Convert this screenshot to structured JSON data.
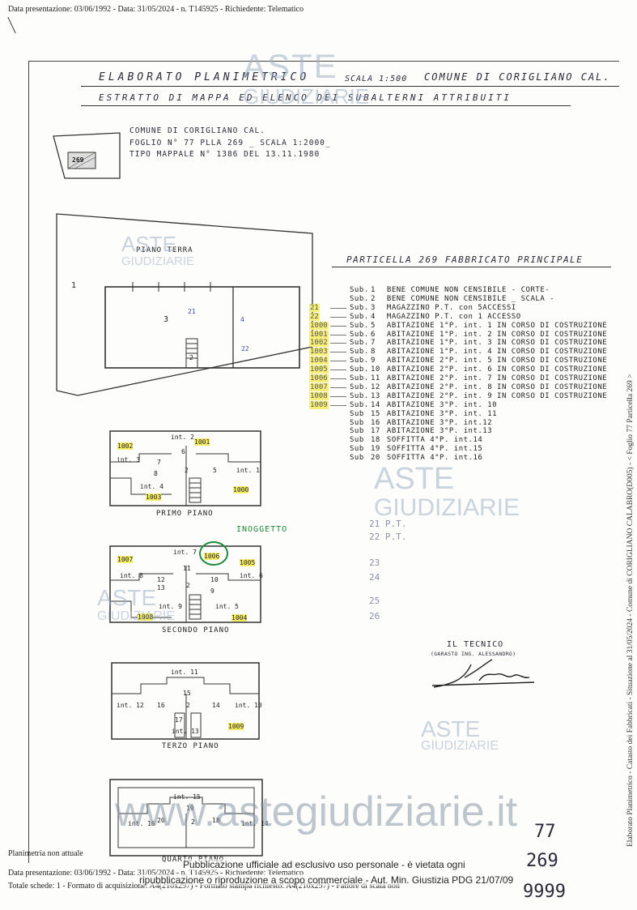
{
  "header": {
    "line": "Data presentazione: 03/06/1992 - Data: 31/05/2024 - n. T145925 - Richiedente: Telematico"
  },
  "document": {
    "title": "ELABORATO PLANIMETRICO",
    "scale": "SCALA 1:500",
    "comune_title": "COMUNE DI CORIGLIANO CAL.",
    "subtitle": "ESTRATTO DI MAPPA ED ELENCO DEI SUBALTERNI ATTRIBUITI",
    "map_label": "269",
    "map_info": [
      "COMUNE DI CORIGLIANO CAL.",
      "FOGLIO N° 77  PLLA 269 _ SCALA 1:2000_",
      "TIPO MAPPALE  N° 1386 DEL 13.11.1980"
    ]
  },
  "particella": {
    "title": "PARTICELLA 269 FABBRICATO PRINCIPALE",
    "subs": [
      {
        "prefix": "Sub.",
        "n": "1",
        "desc": "BENE COMUNE NON CENSIBILE - CORTE-",
        "mark": ""
      },
      {
        "prefix": "Sub.",
        "n": "2",
        "desc": "BENE COMUNE NON CENSIBILE _ SCALA -",
        "mark": ""
      },
      {
        "prefix": "Sub.",
        "n": "3",
        "desc": "MAGAZZINO P.T. con 5ACCESSI",
        "mark": "21"
      },
      {
        "prefix": "Sub.",
        "n": "4",
        "desc": "MAGAZZINO P.T. con 1 ACCESSO",
        "mark": "22"
      },
      {
        "prefix": "Sub.",
        "n": "5",
        "desc": "ABITAZIONE 1°P. int. 1 IN CORSO DI COSTRUZIONE",
        "mark": "1000"
      },
      {
        "prefix": "Sub.",
        "n": "6",
        "desc": "ABITAZIONE 1°P. int. 2 IN CORSO DI COSTRUZIONE",
        "mark": "1001"
      },
      {
        "prefix": "Sub.",
        "n": "7",
        "desc": "ABITAZIONE 1°P. int. 3 IN CORSO DI COSTRUZIONE",
        "mark": "1002"
      },
      {
        "prefix": "Sub.",
        "n": "8",
        "desc": "ABITAZIONE 1°P. int. 4 IN CORSO DI COSTRUZIONE",
        "mark": "1003"
      },
      {
        "prefix": "Sub.",
        "n": "9",
        "desc": "ABITAZIONE 2°P. int. 5 IN CORSO DI COSTRUZIONE",
        "mark": "1004"
      },
      {
        "prefix": "Sub.",
        "n": "10",
        "desc": "ABITAZIONE 2°P. int. 6 IN CORSO DI COSTRUZIONE",
        "mark": "1005"
      },
      {
        "prefix": "Sub.",
        "n": "11",
        "desc": "ABITAZIONE 2°P. int. 7 IN CORSO DI COSTRUZIONE",
        "mark": "1006"
      },
      {
        "prefix": "Sub.",
        "n": "12",
        "desc": "ABITAZIONE 2°P. int. 8 IN CORSO DI COSTRUZIONE",
        "mark": "1007"
      },
      {
        "prefix": "Sub.",
        "n": "13",
        "desc": "ABITAZIONE 2°P. int. 9 IN CORSO DI COSTRUZIONE",
        "mark": "1008"
      },
      {
        "prefix": "Sub.",
        "n": "14",
        "desc": "ABITAZIONE 3°P. int. 10",
        "mark": "1009"
      },
      {
        "prefix": "Sub",
        "n": "15",
        "desc": "ABITAZIONE 3°P. int. 11",
        "mark": ""
      },
      {
        "prefix": "Sub",
        "n": "16",
        "desc": "ABITAZIONE 3°P. int.12",
        "mark": ""
      },
      {
        "prefix": "Sub",
        "n": "17",
        "desc": "ABITAZIONE 3°P. int.13",
        "mark": ""
      },
      {
        "prefix": "Sub",
        "n": "18",
        "desc": "SOFFITTA 4°P. int.14",
        "mark": ""
      },
      {
        "prefix": "Sub",
        "n": "19",
        "desc": "SOFFITTA 4°P. int.15",
        "mark": ""
      },
      {
        "prefix": "Sub",
        "n": "20",
        "desc": "SOFFITTA 4°P. int.16",
        "mark": ""
      }
    ],
    "pencil_notes": [
      "21  P.T.",
      "22  P.T.",
      "23",
      "24",
      "25",
      "26"
    ]
  },
  "plans": {
    "piano_terra": {
      "label": "PIANO TERRA",
      "lot": "1",
      "room": "3",
      "stair": "2",
      "right": "4",
      "n21": "21",
      "n22": "22"
    },
    "primo_piano": {
      "label": "PRIMO PIANO",
      "int1": "int. 1",
      "int2": "int. 2",
      "int3": "int. 3",
      "int4": "int. 4",
      "s6": "6",
      "s7": "7",
      "s8": "8",
      "s2": "2",
      "s5": "5",
      "m1001": "1001",
      "m1002": "1002",
      "m1000": "1000",
      "m1003": "1003"
    },
    "secondo_piano": {
      "label": "SECONDO PIANO",
      "int7": "int. 7",
      "int8": "int. 8",
      "int6": "int. 6",
      "int9": "int. 9",
      "int5": "int. 5",
      "s11": "11",
      "s12": "12",
      "s13": "13",
      "s2": "2",
      "s10": "10",
      "s9": "9",
      "m1007": "1007",
      "m1006": "1006",
      "m1005": "1005",
      "m1008": "1008",
      "m1004": "1004",
      "inoggetto": "INOGGETTO"
    },
    "terzo_piano": {
      "label": "TERZO PIANO",
      "int11": "int. 11",
      "int12": "int. 12",
      "int10": "int. 10",
      "int13": "int. 13",
      "s15": "15",
      "s16": "16",
      "s2": "2",
      "s14": "14",
      "s17": "17",
      "m1009": "1009"
    },
    "quarto_piano": {
      "label": "QUARTO PIANO",
      "int15": "int. 15",
      "int16": "int. 16",
      "int14": "int. 14",
      "s19": "19",
      "s20": "20",
      "s2": "2",
      "s18": "18"
    }
  },
  "tecnico": {
    "title": "IL TECNICO",
    "name": "(GARASTO  ING. ALESSANDRO)"
  },
  "handwritten_numbers": [
    "77",
    "269",
    "9999"
  ],
  "footer": {
    "planimetria": "Planimetria non attuale",
    "line1": "Data presentazione: 03/06/1992 - Data: 31/05/2024 - n. T145925 - Richiedente: Telematico",
    "line2": "Totale schede: 1 - Formato di acquisizione: A4(210x297) - Formato stampa richiesto: A4(210x297) - Fattore di scala non",
    "publication1": "Pubblicazione ufficiale ad esclusivo uso personale - è vietata ogni",
    "publication2": "ripubblicazione o riproduzione a scopo commerciale - Aut. Min. Giustizia PDG 21/07/09"
  },
  "side_text": "Elaborato Planimetrico - Catasto dei Fabbricati - Situazione al 31/05/2024 - Comune di CORIGLIANO CALABRO(D005) - < Foglio 77 Particella 269 >",
  "watermark": {
    "brand_top": "ASTE",
    "brand_bottom": "GIUDIZIARIE",
    "url": "www.astegiudiziarie.it"
  }
}
